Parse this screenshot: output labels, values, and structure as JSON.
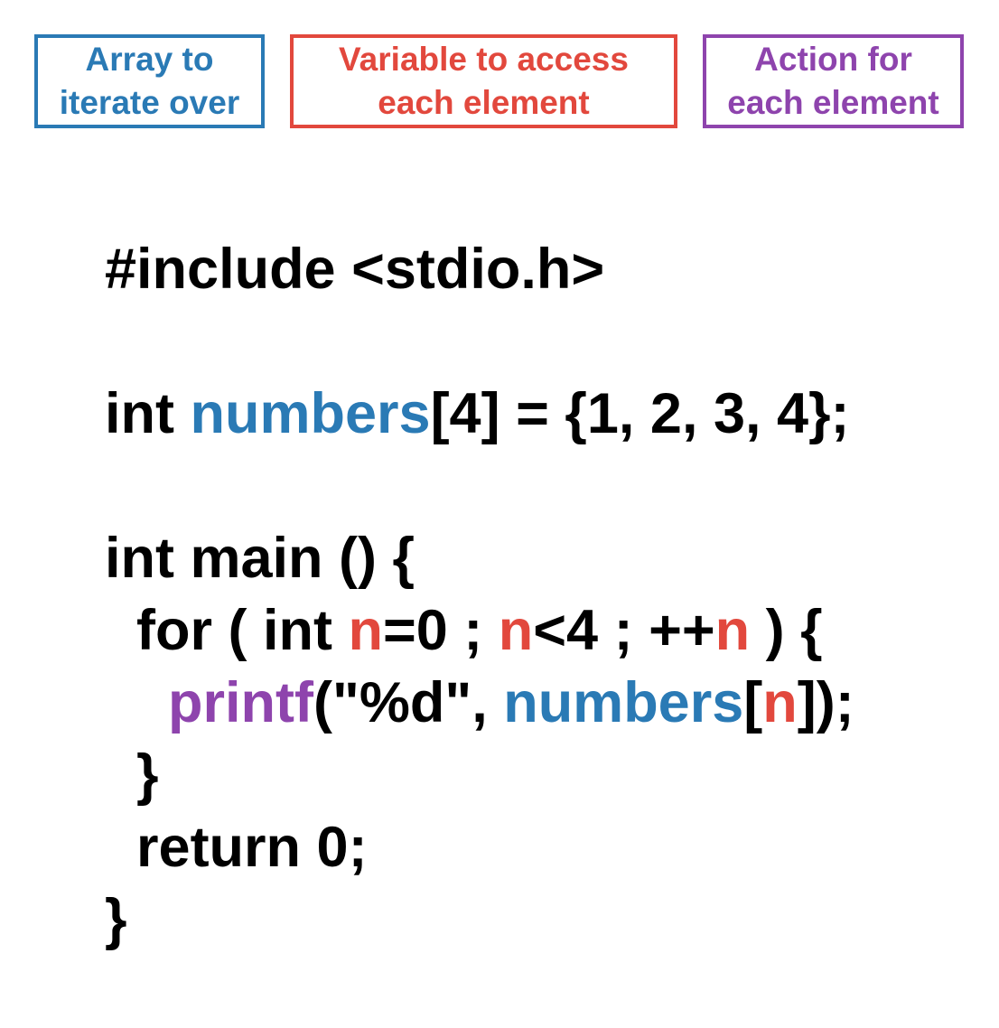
{
  "colors": {
    "array": "#2a7ab5",
    "variable": "#e2483d",
    "action": "#8e44ad",
    "text": "#000000"
  },
  "legend": {
    "array": {
      "line1": "Array to",
      "line2": "iterate over"
    },
    "variable": {
      "line1": "Variable to access",
      "line2": "each element"
    },
    "action": {
      "line1": "Action for",
      "line2": "each element"
    }
  },
  "code": {
    "include": "#include <stdio.h>",
    "decl": {
      "type": "int ",
      "name": "numbers",
      "rest": "[4] = {1, 2, 3, 4};"
    },
    "main": "int main () {",
    "for": {
      "head": "  for ( int ",
      "var1": "n",
      "mid1": "=0 ; ",
      "var2": "n",
      "mid2": "<4 ; ++",
      "var3": "n",
      "tail": " ) {"
    },
    "printf": {
      "indent": "    ",
      "fn": "printf",
      "args": "(\"%d\", ",
      "array": "numbers",
      "open": "[",
      "var": "n",
      "close": "]);"
    },
    "for_close": "  }",
    "return": "  return 0;",
    "main_close": "}"
  }
}
